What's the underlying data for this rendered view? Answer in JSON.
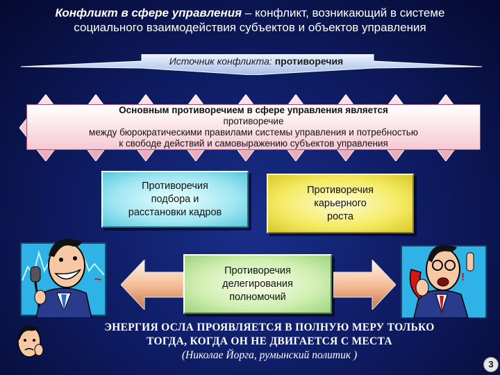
{
  "title": {
    "term": "Конфликт в сфере управления",
    "rest": " – конфликт, возникающий в системе",
    "line2": "социального взаимодействия субъектов и объектов управления"
  },
  "source": {
    "label": "Источник конфликта",
    "colon": ": ",
    "value": "противоречия"
  },
  "main": {
    "heading": "Основным противоречием в сфере управления является",
    "line1": "противоречие",
    "line2": "между бюрократическими правилами системы управления и потребностью",
    "line3": "к свободе действий и самовыражению субъектов управления"
  },
  "cards": {
    "personnel_line1": "Противоречия",
    "personnel_line2": "подбора и",
    "personnel_line3": "расстановки кадров",
    "career_line1": "Противоречия",
    "career_line2": "карьерного",
    "career_line3": "роста",
    "delegation_line1": "Противоречия",
    "delegation_line2": "делегирования",
    "delegation_line3": "полномочий"
  },
  "quote": {
    "line1": "ЭНЕРГИЯ ОСЛА ПРОЯВЛЯЕТСЯ В ПОЛНУЮ МЕРУ ТОЛЬКО",
    "line2": "ТОГДА, КОГДА ОН НЕ ДВИГАЕТСЯ С МЕСТА",
    "author": "(Николае Йорга, румынский политик )"
  },
  "page_number": "3",
  "colors": {
    "background": "#0f1d66",
    "ribbon": "#f3c6d0",
    "card_cyan": "#9fe6f2",
    "card_yellow": "#f4ea62",
    "card_green": "#cfeeb0",
    "arrow": "#f2b48c"
  },
  "icons": [
    "speaker-with-microphone-icon",
    "man-on-phone-icon",
    "thinking-face-icon",
    "left-arrow-icon",
    "right-arrow-icon"
  ]
}
